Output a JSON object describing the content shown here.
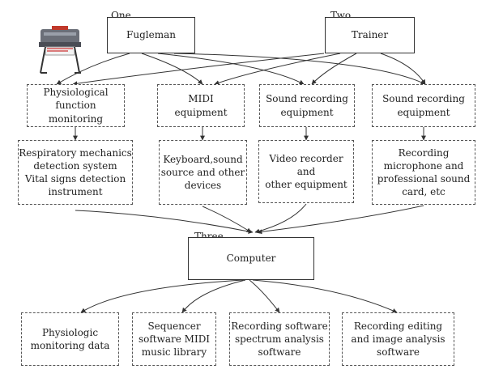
{
  "top": {
    "one": {
      "tag": "One",
      "label": "Fugleman"
    },
    "two": {
      "tag": "Two",
      "label": "Trainer"
    }
  },
  "row1": [
    "Physiological\nfunction monitoring",
    "MIDI\nequipment",
    "Sound recording\nequipment",
    "Sound recording\nequipment"
  ],
  "row2": [
    "Respiratory mechanics\ndetection system\nVital signs detection\ninstrument",
    "Keyboard,sound\nsource and other\ndevices",
    "Video recorder and\nother equipment",
    "Recording\nmicrophone and\nprofessional sound\ncard, etc"
  ],
  "center": {
    "tag": "Three",
    "label": "Computer"
  },
  "row3": [
    "Physiologic\nmonitoring data",
    "Sequencer\nsoftware MIDI\nmusic library",
    "Recording software\nspectrum analysis\nsoftware",
    "Recording editing\nand image analysis\nsoftware"
  ],
  "icons": {
    "printer": "printer-icon"
  }
}
